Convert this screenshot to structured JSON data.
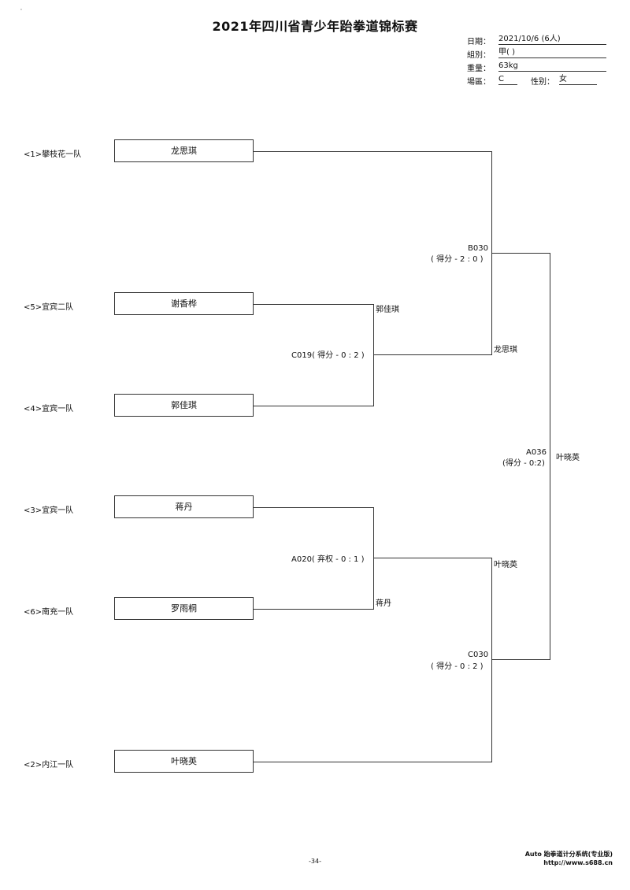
{
  "header": {
    "mark": "'",
    "title": "2021年四川省青少年跆拳道锦标赛",
    "date_label": "日期：",
    "date_value": "2021/10/6 (6人)",
    "group_label": "組別：",
    "group_value": "甲( )",
    "weight_label": "重量：",
    "weight_value": "63kg",
    "court_label": "場區：",
    "court_value": "C",
    "gender_label": "性别：",
    "gender_value": "女"
  },
  "entrants": [
    {
      "team": "<1>攀枝花一队",
      "name": "龙思琪"
    },
    {
      "team": "<5>宜宾二队",
      "name": "谢香桦"
    },
    {
      "team": "<4>宜宾一队",
      "name": "郭佳琪"
    },
    {
      "team": "<3>宜宾一队",
      "name": "蒋丹"
    },
    {
      "team": "<6>南充一队",
      "name": "罗雨桐"
    },
    {
      "team": "<2>内江一队",
      "name": "叶晓英"
    }
  ],
  "matches": {
    "c019": {
      "code": "C019( 得分 - 0 : 2 )",
      "winner": "郭佳琪"
    },
    "a020": {
      "code": "A020( 弃权 - 0 : 1 )",
      "winner": "蒋丹"
    },
    "b030": {
      "code": "B030",
      "score": "( 得分 - 2 : 0 )",
      "winner": "龙思琪"
    },
    "c030": {
      "code": "C030",
      "score": "( 得分 - 0 : 2 )",
      "winner": "叶晓英"
    },
    "a036": {
      "code": "A036",
      "score": "(得分 - 0:2)",
      "winner": "叶晓英"
    }
  },
  "footer": {
    "page": "-34-",
    "software": "Auto 跆拳道计分系统(专业版)",
    "url": "http://www.s688.cn"
  }
}
